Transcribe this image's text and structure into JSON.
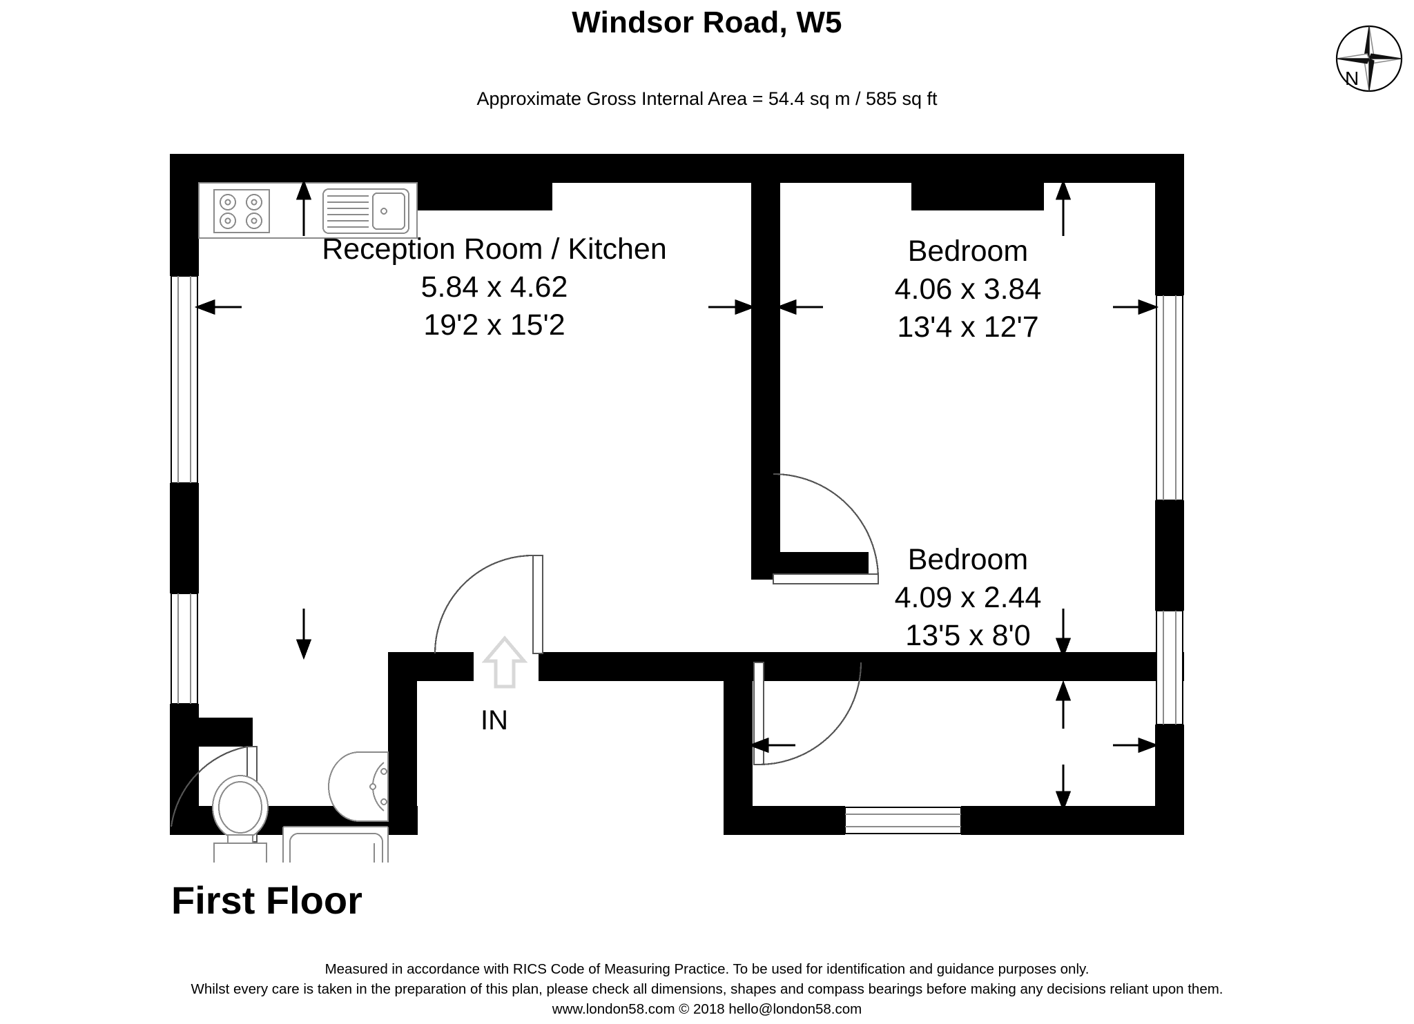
{
  "header": {
    "title": "Windsor Road, W5",
    "area_note": "Approximate Gross Internal Area = 54.4 sq m / 585 sq ft"
  },
  "compass": {
    "icon": "compass-rose-icon",
    "north_label": "N"
  },
  "floor": {
    "label": "First Floor"
  },
  "entrance": {
    "label": "IN",
    "icon": "entrance-arrow-icon"
  },
  "rooms": [
    {
      "id": "reception-kitchen",
      "name": "Reception Room / Kitchen",
      "dim_metric": "5.84 x 4.62",
      "dim_imperial": "19'2 x 15'2"
    },
    {
      "id": "bedroom-1",
      "name": "Bedroom",
      "dim_metric": "4.06 x 3.84",
      "dim_imperial": "13'4 x 12'7"
    },
    {
      "id": "bedroom-2",
      "name": "Bedroom",
      "dim_metric": "4.09 x 2.44",
      "dim_imperial": "13'5 x 8'0"
    }
  ],
  "fixtures": [
    "hob-icon",
    "sink-icon",
    "worktop-icon",
    "wc-icon",
    "basin-icon",
    "shower-tray-icon"
  ],
  "footer": {
    "line1": "Measured in accordance with RICS Code of Measuring Practice. To be used for identification and guidance purposes only.",
    "line2": "Whilst every care is taken in the preparation of this plan, please check all dimensions, shapes and compass bearings before making any decisions reliant upon them.",
    "line3": "www.london58.com © 2018 hello@london58.com"
  },
  "colors": {
    "wall": "#000000",
    "background": "#ffffff",
    "fixture_line": "#8a8a8a",
    "entrance_arrow": "#d8d8d8"
  }
}
